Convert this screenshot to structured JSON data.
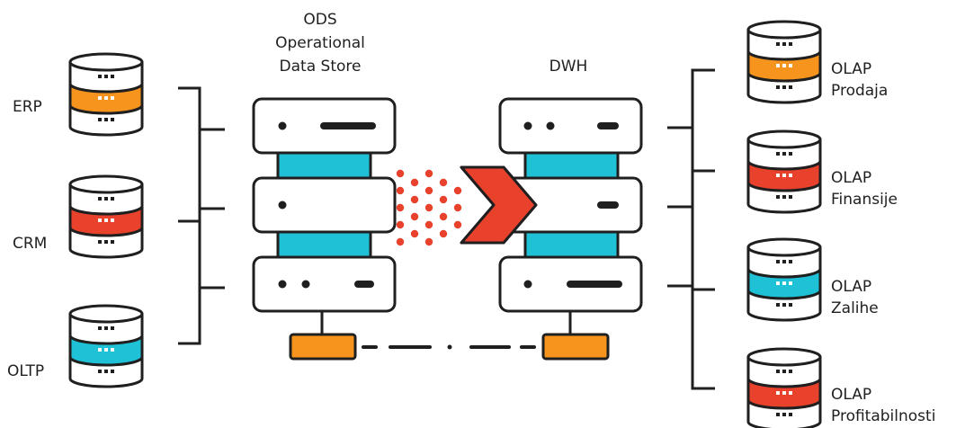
{
  "colors": {
    "ink": "#1f1f1f",
    "orange": "#f7941d",
    "red": "#e8412c",
    "cyan": "#1fc1d6",
    "white": "#ffffff"
  },
  "sources": [
    {
      "label": "ERP",
      "band_color": "orange",
      "icon": "database-icon"
    },
    {
      "label": "CRM",
      "band_color": "red",
      "icon": "database-icon"
    },
    {
      "label": "OLTP",
      "band_color": "cyan",
      "icon": "database-icon"
    }
  ],
  "ods": {
    "title_line1": "ODS",
    "title_line2": "Operational",
    "title_line3": "Data Store",
    "icon": "server-stack-icon"
  },
  "dwh": {
    "title": "DWH",
    "icon": "server-stack-icon"
  },
  "transfer_icon": "chevron-right-icon",
  "link_icon": "dashed-connector",
  "targets": [
    {
      "line1": "OLAP",
      "line2": "Prodaja",
      "band_color": "orange",
      "icon": "database-icon"
    },
    {
      "line1": "OLAP",
      "line2": "Finansije",
      "band_color": "red",
      "icon": "database-icon"
    },
    {
      "line1": "OLAP",
      "line2": "Zalihe",
      "band_color": "cyan",
      "icon": "database-icon"
    },
    {
      "line1": "OLAP",
      "line2": "Profitabilnosti",
      "band_color": "red",
      "icon": "database-icon"
    }
  ]
}
